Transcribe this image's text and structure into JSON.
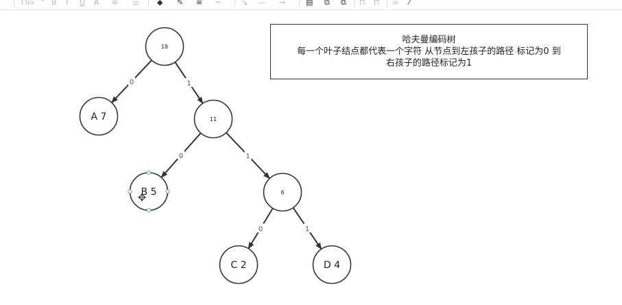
{
  "toolbar": {
    "font_size": "13px",
    "bold": "B",
    "italic": "I",
    "underline": "U",
    "font_color": "A",
    "icons": [
      "font-size-select",
      "bold-icon",
      "italic-icon",
      "underline-icon",
      "font-color-icon",
      "text-align-icon",
      "list-icon",
      "fill-icon",
      "pen-icon",
      "line-width-icon",
      "line-dash-icon",
      "connector-icon",
      "line-icon",
      "arrow-icon",
      "align-icon",
      "group-icon",
      "ungroup-icon",
      "lock-icon",
      "unlock-icon",
      "link-icon",
      "magic-wand-icon"
    ]
  },
  "note": {
    "line1": "哈夫曼编码树",
    "line2": "每一个叶子结点都代表一个字符 从节点到左孩子的路径 标记为0 到",
    "line3": "右孩子的路径标记为1"
  },
  "nodes": [
    {
      "id": "root",
      "label": "18"
    },
    {
      "id": "a",
      "label": "A 7"
    },
    {
      "id": "n11",
      "label": "11"
    },
    {
      "id": "b",
      "label": "B 5",
      "selected": true
    },
    {
      "id": "n6",
      "label": "6"
    },
    {
      "id": "c",
      "label": "C 2"
    },
    {
      "id": "d",
      "label": "D 4"
    }
  ],
  "edges": [
    {
      "from": "root",
      "to": "a",
      "label": "0"
    },
    {
      "from": "root",
      "to": "n11",
      "label": "1"
    },
    {
      "from": "n11",
      "to": "b",
      "label": "0"
    },
    {
      "from": "n11",
      "to": "n6",
      "label": "1"
    },
    {
      "from": "n6",
      "to": "c",
      "label": "0"
    },
    {
      "from": "n6",
      "to": "d",
      "label": "1"
    }
  ],
  "colors": {
    "stroke": "#333333",
    "selection": "#5b9bd5",
    "edge_label": "#555555"
  }
}
